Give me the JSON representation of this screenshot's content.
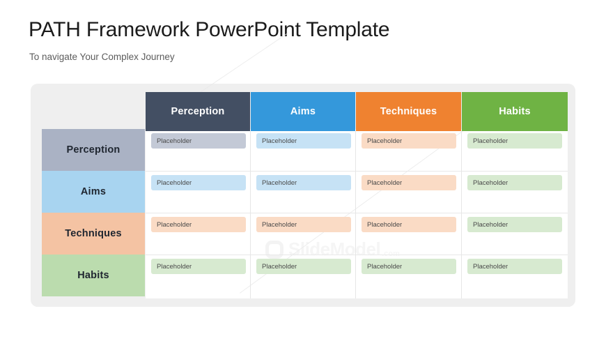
{
  "slide": {
    "title": "PATH Framework PowerPoint Template",
    "subtitle": "To navigate Your Complex Journey"
  },
  "watermark": {
    "brand": "SlideModel",
    "tld": ".com",
    "logo_icon": "rounded-square-logo-icon"
  },
  "matrix": {
    "corner_label": "",
    "columns": [
      {
        "label": "Perception",
        "header_color": "#434F63",
        "tint": "#c3c9d6"
      },
      {
        "label": "Aims",
        "header_color": "#3498db",
        "tint": "#c6e2f5"
      },
      {
        "label": "Techniques",
        "header_color": "#ef8230",
        "tint": "#fadbc5"
      },
      {
        "label": "Habits",
        "header_color": "#6fb344",
        "tint": "#d7ead0"
      }
    ],
    "rows": [
      {
        "label": "Perception",
        "header_color": "#aab2c4"
      },
      {
        "label": "Aims",
        "header_color": "#a8d4f0"
      },
      {
        "label": "Techniques",
        "header_color": "#f4c3a3"
      },
      {
        "label": "Habits",
        "header_color": "#bbdcae"
      }
    ],
    "placeholder_text": "Placeholder",
    "cells": [
      [
        {
          "text": "Placeholder",
          "color": "#c3c9d6"
        },
        {
          "text": "Placeholder",
          "color": "#c6e2f5"
        },
        {
          "text": "Placeholder",
          "color": "#fadbc5"
        },
        {
          "text": "Placeholder",
          "color": "#d7ead0"
        }
      ],
      [
        {
          "text": "Placeholder",
          "color": "#c6e2f5"
        },
        {
          "text": "Placeholder",
          "color": "#c6e2f5"
        },
        {
          "text": "Placeholder",
          "color": "#fadbc5"
        },
        {
          "text": "Placeholder",
          "color": "#d7ead0"
        }
      ],
      [
        {
          "text": "Placeholder",
          "color": "#fadbc5"
        },
        {
          "text": "Placeholder",
          "color": "#fadbc5"
        },
        {
          "text": "Placeholder",
          "color": "#fadbc5"
        },
        {
          "text": "Placeholder",
          "color": "#d7ead0"
        }
      ],
      [
        {
          "text": "Placeholder",
          "color": "#d7ead0"
        },
        {
          "text": "Placeholder",
          "color": "#d7ead0"
        },
        {
          "text": "Placeholder",
          "color": "#d7ead0"
        },
        {
          "text": "Placeholder",
          "color": "#d7ead0"
        }
      ]
    ]
  },
  "theme": {
    "panel_bg": "#efefef",
    "body_bg": "#ffffff",
    "title_color": "#1b1b1b",
    "subtitle_color": "#5c5c5c",
    "gridline_color": "#e8e8e8"
  }
}
